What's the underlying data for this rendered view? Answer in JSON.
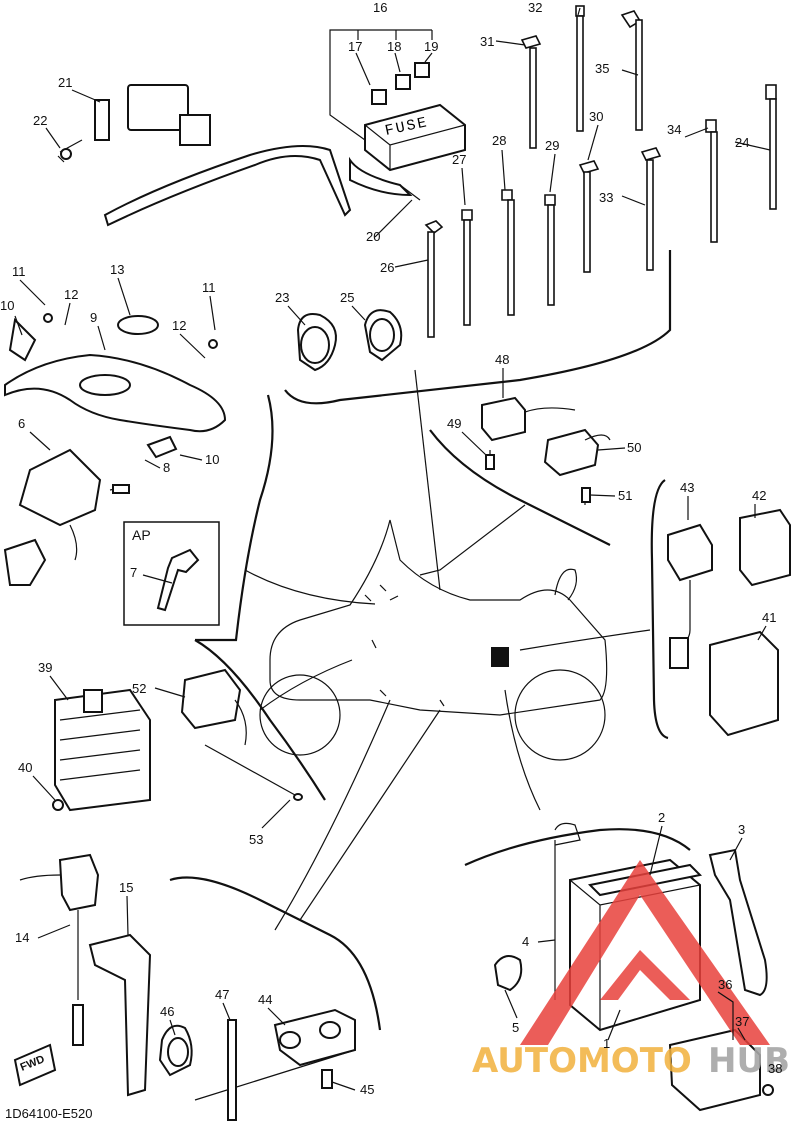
{
  "diagram": {
    "code": "1D64100-E520",
    "inset_label": "AP",
    "fuse_label": "FUSE",
    "fwd_label": "FWD",
    "callouts": {
      "c1": "1",
      "c2": "2",
      "c3": "3",
      "c4": "4",
      "c5": "5",
      "c6": "6",
      "c7": "7",
      "c8": "8",
      "c9": "9",
      "c10a": "10",
      "c10b": "10",
      "c11a": "11",
      "c11b": "11",
      "c12a": "12",
      "c12b": "12",
      "c13": "13",
      "c14": "14",
      "c15": "15",
      "c16": "16",
      "c17": "17",
      "c18": "18",
      "c19": "19",
      "c20": "20",
      "c21": "21",
      "c22": "22",
      "c23": "23",
      "c24": "24",
      "c25": "25",
      "c26": "26",
      "c27": "27",
      "c28": "28",
      "c29": "29",
      "c30": "30",
      "c31": "31",
      "c32": "32",
      "c33": "33",
      "c34": "34",
      "c35": "35",
      "c36": "36",
      "c37": "37",
      "c38": "38",
      "c39": "39",
      "c40": "40",
      "c41": "41",
      "c42": "42",
      "c43": "43",
      "c44": "44",
      "c45": "45",
      "c46": "46",
      "c47": "47",
      "c48": "48",
      "c49": "49",
      "c50": "50",
      "c51": "51",
      "c52": "52",
      "c53": "53"
    }
  },
  "watermark": {
    "prefix": "AUTOMOTO",
    "suffix": "HUB",
    "color_red": "#e8413c",
    "color_gold": "#f2b13d",
    "color_gray": "#a6a6a6"
  }
}
